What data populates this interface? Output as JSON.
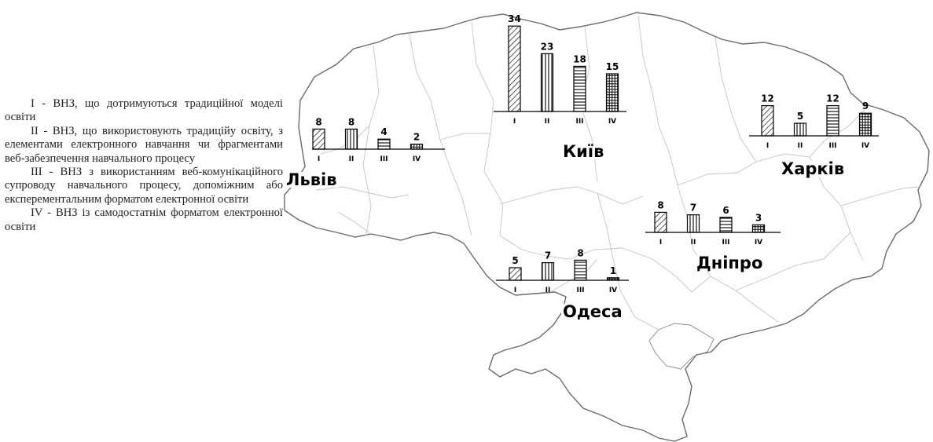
{
  "legend": {
    "items": [
      "I - ВНЗ, що дотримуються традиційної моделі освіти",
      "II - ВНЗ, що використовують традиційу освіту, з елементами електронного навчання чи фрагментами веб-забезпечення навчального процесу",
      "III - ВНЗ з використанням веб-комунікаційного супроводу навчального процесу, допоміжним або експерементальним форматом електронної освіти",
      "IV - ВНЗ із самодостатнім форматом електронної освіти"
    ]
  },
  "colors": {
    "bar_fill": "#ffffff",
    "bar_stroke": "#000000",
    "map_border": "#6a6a6a",
    "region_border": "#c4c4c4"
  },
  "chart_data": {
    "type": "bar",
    "categories": [
      "I",
      "II",
      "III",
      "IV"
    ],
    "pattern_names": [
      "diagonal-hatch",
      "vertical-lines",
      "horizontal-lines",
      "grid"
    ],
    "groups": [
      {
        "city": "Львів",
        "values": [
          8,
          8,
          4,
          2
        ]
      },
      {
        "city": "Київ",
        "values": [
          34,
          23,
          18,
          15
        ]
      },
      {
        "city": "Харків",
        "values": [
          12,
          5,
          12,
          9
        ]
      },
      {
        "city": "Дніпро",
        "values": [
          8,
          7,
          6,
          3
        ]
      },
      {
        "city": "Одеса",
        "values": [
          5,
          7,
          8,
          1
        ]
      }
    ]
  }
}
